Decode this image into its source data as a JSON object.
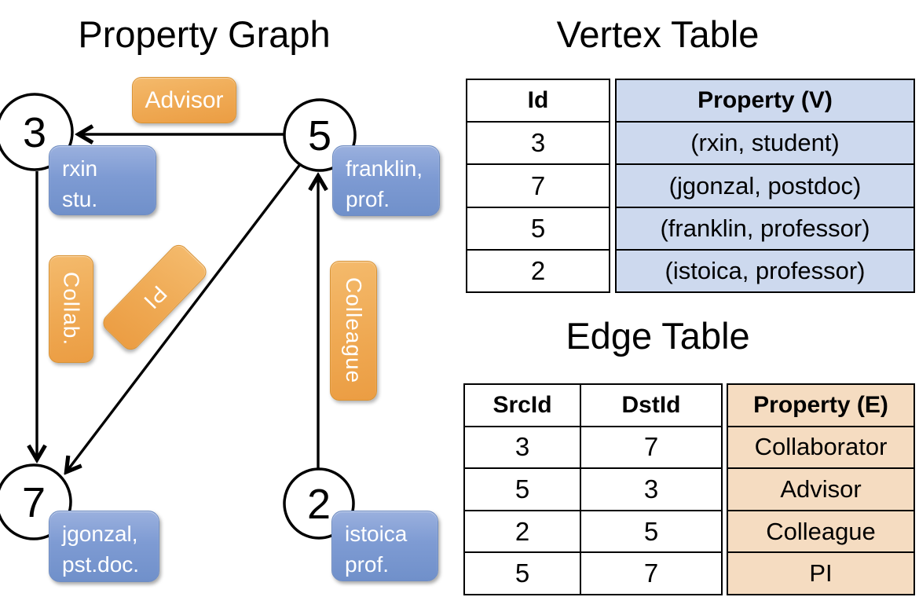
{
  "colors": {
    "edge_label_orange": "#efa953",
    "vertex_label_blue": "#7e9bd3",
    "vertex_table_cell_blue": "#cdd9ee",
    "edge_table_cell_orange": "#f5dcc1",
    "line_black": "#000000"
  },
  "graph": {
    "title": "Property Graph",
    "nodes": [
      {
        "id": "3",
        "prop_line1": "rxin",
        "prop_line2": "stu."
      },
      {
        "id": "5",
        "prop_line1": "franklin,",
        "prop_line2": "prof."
      },
      {
        "id": "7",
        "prop_line1": "jgonzal,",
        "prop_line2": "pst.doc."
      },
      {
        "id": "2",
        "prop_line1": "istoica",
        "prop_line2": "prof."
      }
    ],
    "edge_labels": {
      "advisor": "Advisor",
      "collab": "Collab.",
      "pi": "PI",
      "colleague": "Colleague"
    }
  },
  "vertex_table": {
    "title": "Vertex Table",
    "headers": {
      "id": "Id",
      "property": "Property (V)"
    },
    "rows": [
      {
        "id": "3",
        "property": "(rxin, student)"
      },
      {
        "id": "7",
        "property": "(jgonzal, postdoc)"
      },
      {
        "id": "5",
        "property": "(franklin, professor)"
      },
      {
        "id": "2",
        "property": "(istoica, professor)"
      }
    ]
  },
  "edge_table": {
    "title": "Edge Table",
    "headers": {
      "src": "SrcId",
      "dst": "DstId",
      "property": "Property (E)"
    },
    "rows": [
      {
        "src": "3",
        "dst": "7",
        "property": "Collaborator"
      },
      {
        "src": "5",
        "dst": "3",
        "property": "Advisor"
      },
      {
        "src": "2",
        "dst": "5",
        "property": "Colleague"
      },
      {
        "src": "5",
        "dst": "7",
        "property": "PI"
      }
    ]
  }
}
